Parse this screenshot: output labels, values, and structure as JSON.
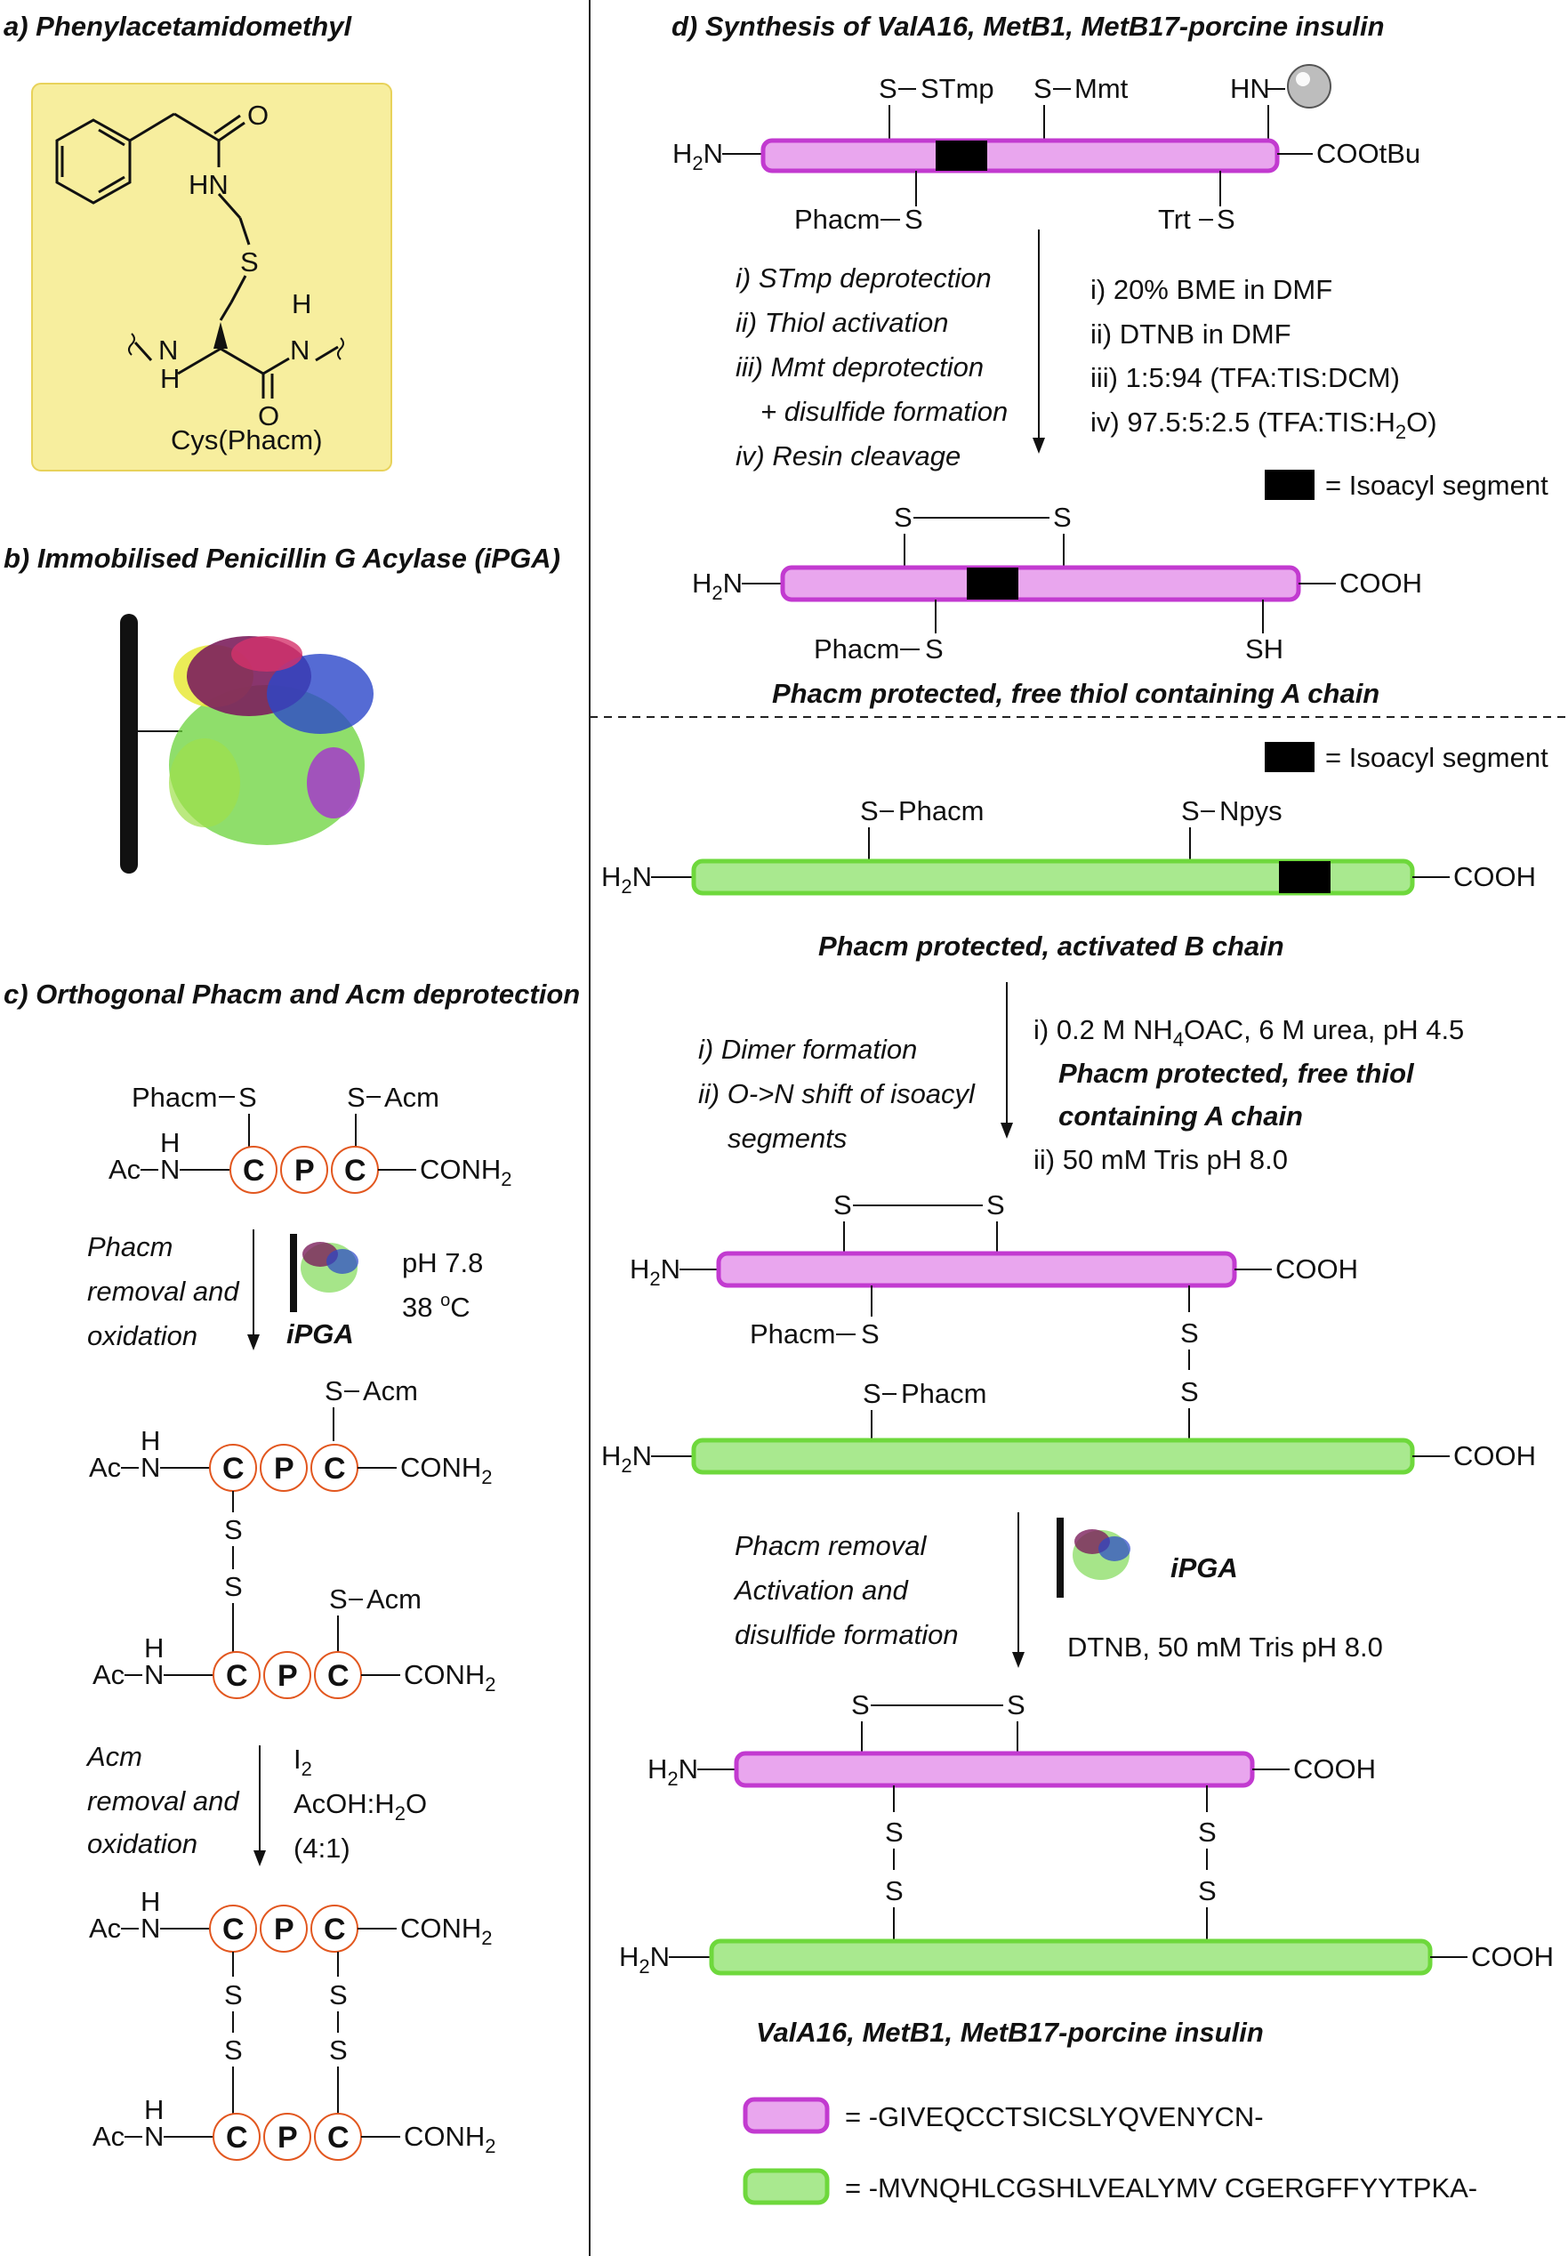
{
  "panel_a": {
    "heading": "a) Phenylacetamidomethyl",
    "hn_label": "HN",
    "o_label": "O",
    "s_label": "S",
    "nh_left_n": "N",
    "nh_left_h": "H",
    "nh_right_n": "N",
    "nh_right_h": "H",
    "o2_label": "O",
    "caption": "Cys(Phacm)",
    "box_color": "#f7ee9e"
  },
  "panel_b": {
    "heading": "b) Immobilised Penicillin G Acylase (iPGA)"
  },
  "panel_c": {
    "heading": "c) Orthogonal Phacm and Acm deprotection",
    "residues": [
      "C",
      "P",
      "C"
    ],
    "ac": "Ac",
    "n": "N",
    "h": "H",
    "conh2": "CONH",
    "conh2_sub": "2",
    "phacm": "Phacm",
    "acm": "Acm",
    "s": "S",
    "step1_text": [
      "Phacm",
      "removal and",
      "oxidation"
    ],
    "step1_enzyme": "iPGA",
    "step1_cond1": "pH 7.8",
    "step1_cond2_pre": "38 ",
    "step1_cond2_sup": "o",
    "step1_cond2_post": "C",
    "step2_text": [
      "Acm",
      "removal and",
      "oxidation"
    ],
    "step2_cond1_pre": "I",
    "step2_cond1_sub": "2",
    "step2_cond2_pre": "AcOH:H",
    "step2_cond2_sub": "2",
    "step2_cond2_post": "O",
    "step2_cond3": "(4:1)",
    "residue_color": "#e2571f"
  },
  "panel_d": {
    "heading": "d) Synthesis of ValA16, MetB1, MetB17-porcine insulin",
    "h2n_pre": "H",
    "h2n_sub": "2",
    "h2n_post": "N",
    "cooh": "COOH",
    "cootbu": "COOtBu",
    "hn": "HN",
    "s": "S",
    "stmp": "STmp",
    "mmt": "Mmt",
    "phacm": "Phacm",
    "trt": "Trt",
    "npys": "Npys",
    "sh": "SH",
    "step1_labels": [
      "i) STmp deprotection",
      "ii) Thiol activation",
      "iii) Mmt deprotection",
      "+ disulfide formation",
      "iv) Resin cleavage"
    ],
    "step1_conds": [
      "i) 20% BME in DMF",
      "ii) DTNB in DMF",
      "iii) 1:5:94 (TFA:TIS:DCM)"
    ],
    "step1_cond4_pre": "iv) 97.5:5:2.5 (TFA:TIS:H",
    "step1_cond4_sub": "2",
    "step1_cond4_post": "O)",
    "isoacyl_legend": "= Isoacyl segment",
    "a_chain_title": "Phacm protected, free thiol containing A chain",
    "b_chain_title": "Phacm protected, activated B chain",
    "step2_labels": [
      "i) Dimer formation",
      "ii) O->N shift of isoacyl",
      "segments"
    ],
    "step2_cond1_pre": "i) 0.2 M NH",
    "step2_cond1_sub": "4",
    "step2_cond1_post": "OAC, 6 M urea, pH 4.5",
    "step2_cond2": "Phacm protected, free thiol",
    "step2_cond3": "containing A chain",
    "step2_cond4": "ii) 50 mM Tris pH 8.0",
    "step3_labels": [
      "Phacm removal",
      "Activation and",
      "disulfide formation"
    ],
    "step3_enzyme": "iPGA",
    "step3_cond": "DTNB, 50 mM Tris pH 8.0",
    "final_title": "ValA16, MetB1, MetB17-porcine insulin",
    "seq_a": "= -GIVEQCCTSICSLYQVENYCN-",
    "seq_b": "= -MVNQHLCGSHLVEALYMV CGERGFFYYTPKA-",
    "a_chain_fill": "#e9a6ee",
    "a_chain_stroke": "#c23ad0",
    "b_chain_fill": "#a9e98f",
    "b_chain_stroke": "#6ed83c"
  }
}
